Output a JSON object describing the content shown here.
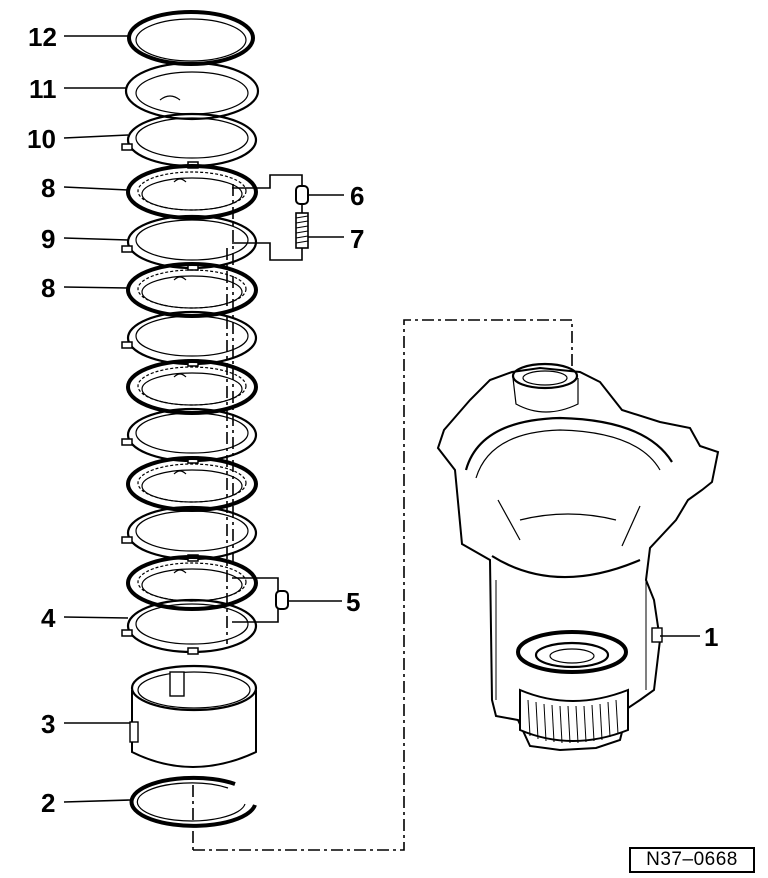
{
  "callouts": {
    "c1": "1",
    "c2": "2",
    "c3": "3",
    "c4": "4",
    "c5": "5",
    "c6": "6",
    "c7": "7",
    "c8a": "8",
    "c8b": "8",
    "c9": "9",
    "c10": "10",
    "c11": "11",
    "c12": "12"
  },
  "reference_code": "N37–0668"
}
